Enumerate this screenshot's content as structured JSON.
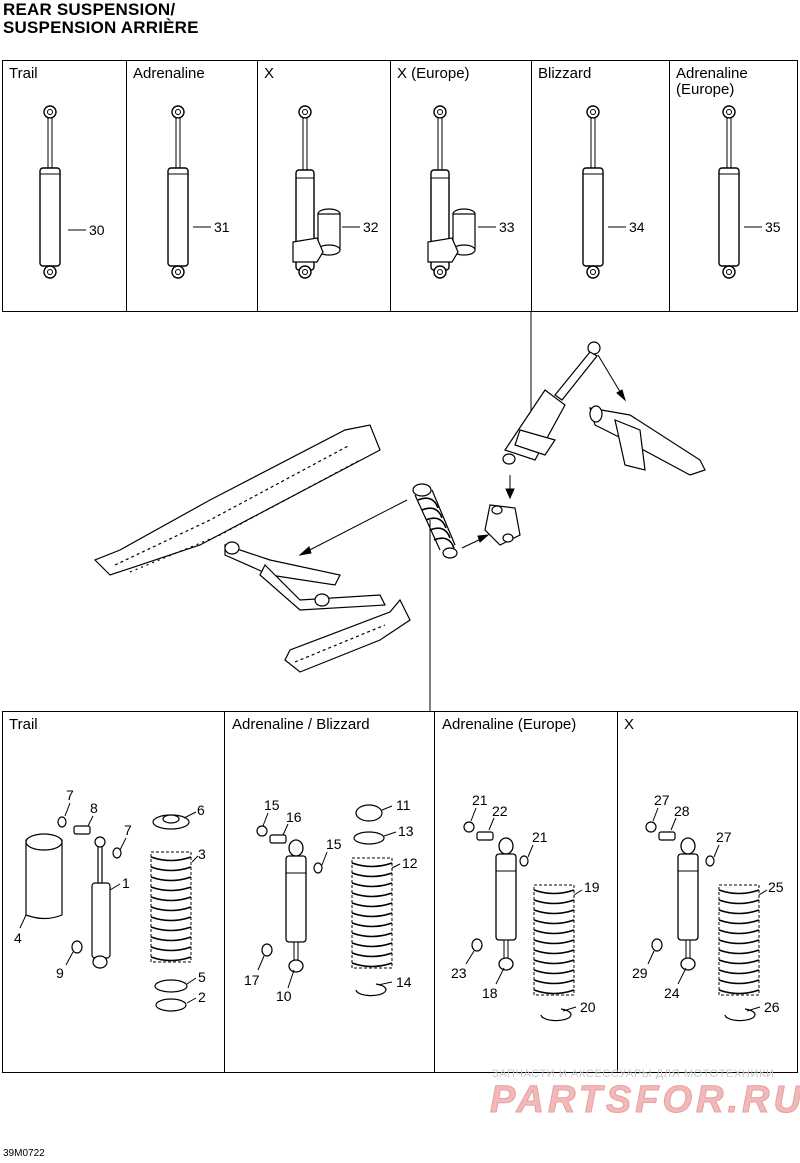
{
  "title_line1": "REAR SUSPENSION/",
  "title_line2": "SUSPENSION ARRIÈRE",
  "top_panels": [
    {
      "label": "Trail",
      "part": "30"
    },
    {
      "label": "Adrenaline",
      "part": "31"
    },
    {
      "label": "X",
      "part": "32"
    },
    {
      "label": "X (Europe)",
      "part": "33"
    },
    {
      "label": "Blizzard",
      "part": "34"
    },
    {
      "label": "Adrenaline\n(Europe)",
      "part": "35"
    }
  ],
  "bottom_panels": [
    {
      "label": "Trail",
      "parts": [
        "7",
        "8",
        "7",
        "6",
        "3",
        "1",
        "4",
        "9",
        "5",
        "2"
      ]
    },
    {
      "label": "Adrenaline / Blizzard",
      "parts": [
        "15",
        "16",
        "15",
        "11",
        "13",
        "12",
        "17",
        "10",
        "14"
      ]
    },
    {
      "label": "Adrenaline (Europe)",
      "parts": [
        "21",
        "22",
        "21",
        "19",
        "23",
        "18",
        "20"
      ]
    },
    {
      "label": "X",
      "parts": [
        "27",
        "28",
        "27",
        "25",
        "29",
        "24",
        "26"
      ]
    }
  ],
  "watermark_line1": "ЗАПЧАСТИ И АКСЕССУАРЫ ДЛЯ МОТОТЕХНИКИ",
  "watermark_line2": "PARTSFOR.RU",
  "drawing_code": "39M0722"
}
